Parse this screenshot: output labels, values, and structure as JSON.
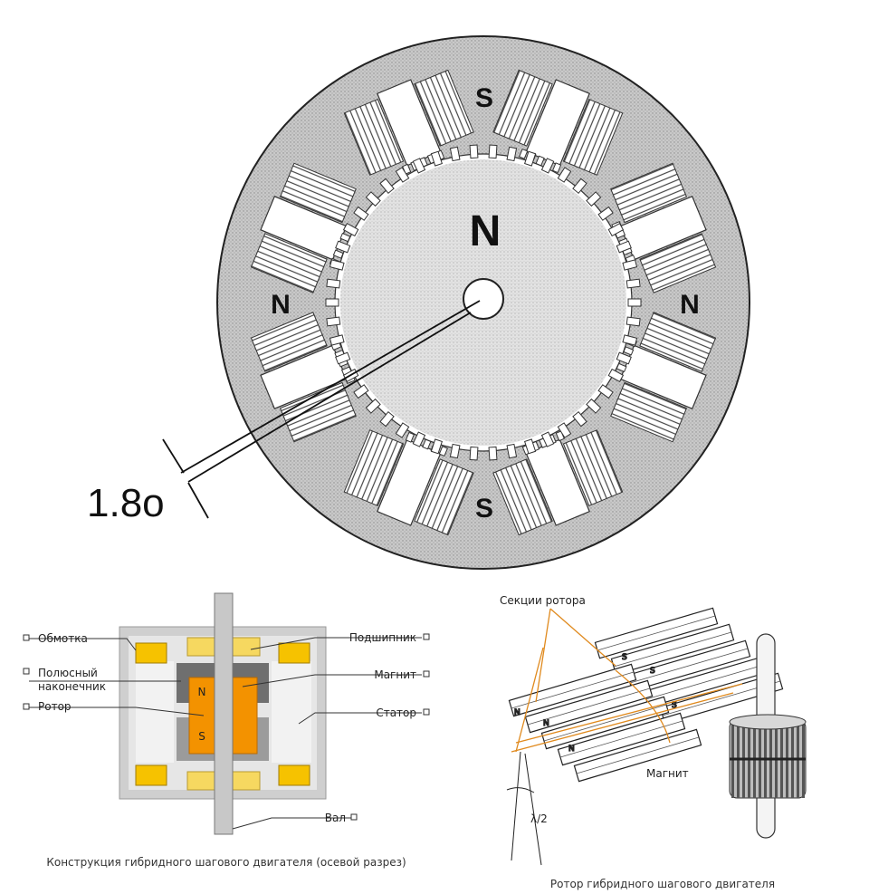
{
  "stator_diagram": {
    "poles": [
      "S",
      "N",
      "N",
      "S"
    ],
    "rotor_pole": "N",
    "step_angle": "1.8o"
  },
  "axial_section": {
    "labels": {
      "winding": "Обмотка",
      "pole_tip_1": "Полюсный",
      "pole_tip_2": "наконечник",
      "rotor": "Ротор",
      "bearing": "Подшипник",
      "magnet": "Магнит",
      "stator": "Статор",
      "shaft": "Вал"
    },
    "magnet_poles": [
      "N",
      "S"
    ],
    "caption": "Конструкция гибридного шагового двигателя (осевой разрез)"
  },
  "rotor_view": {
    "labels": {
      "sections": "Секции ротора",
      "magnet": "Магнит",
      "half_lambda": "λ/2"
    },
    "tooth_marks": [
      "S",
      "S",
      "S",
      "N",
      "N",
      "N"
    ],
    "caption": "Ротор гибридного шагового двигателя"
  },
  "colors": {
    "orange": "#f39200",
    "yellow": "#f6c200",
    "leader": "#e08a1e",
    "stator_fill": "#bdbdbd"
  }
}
